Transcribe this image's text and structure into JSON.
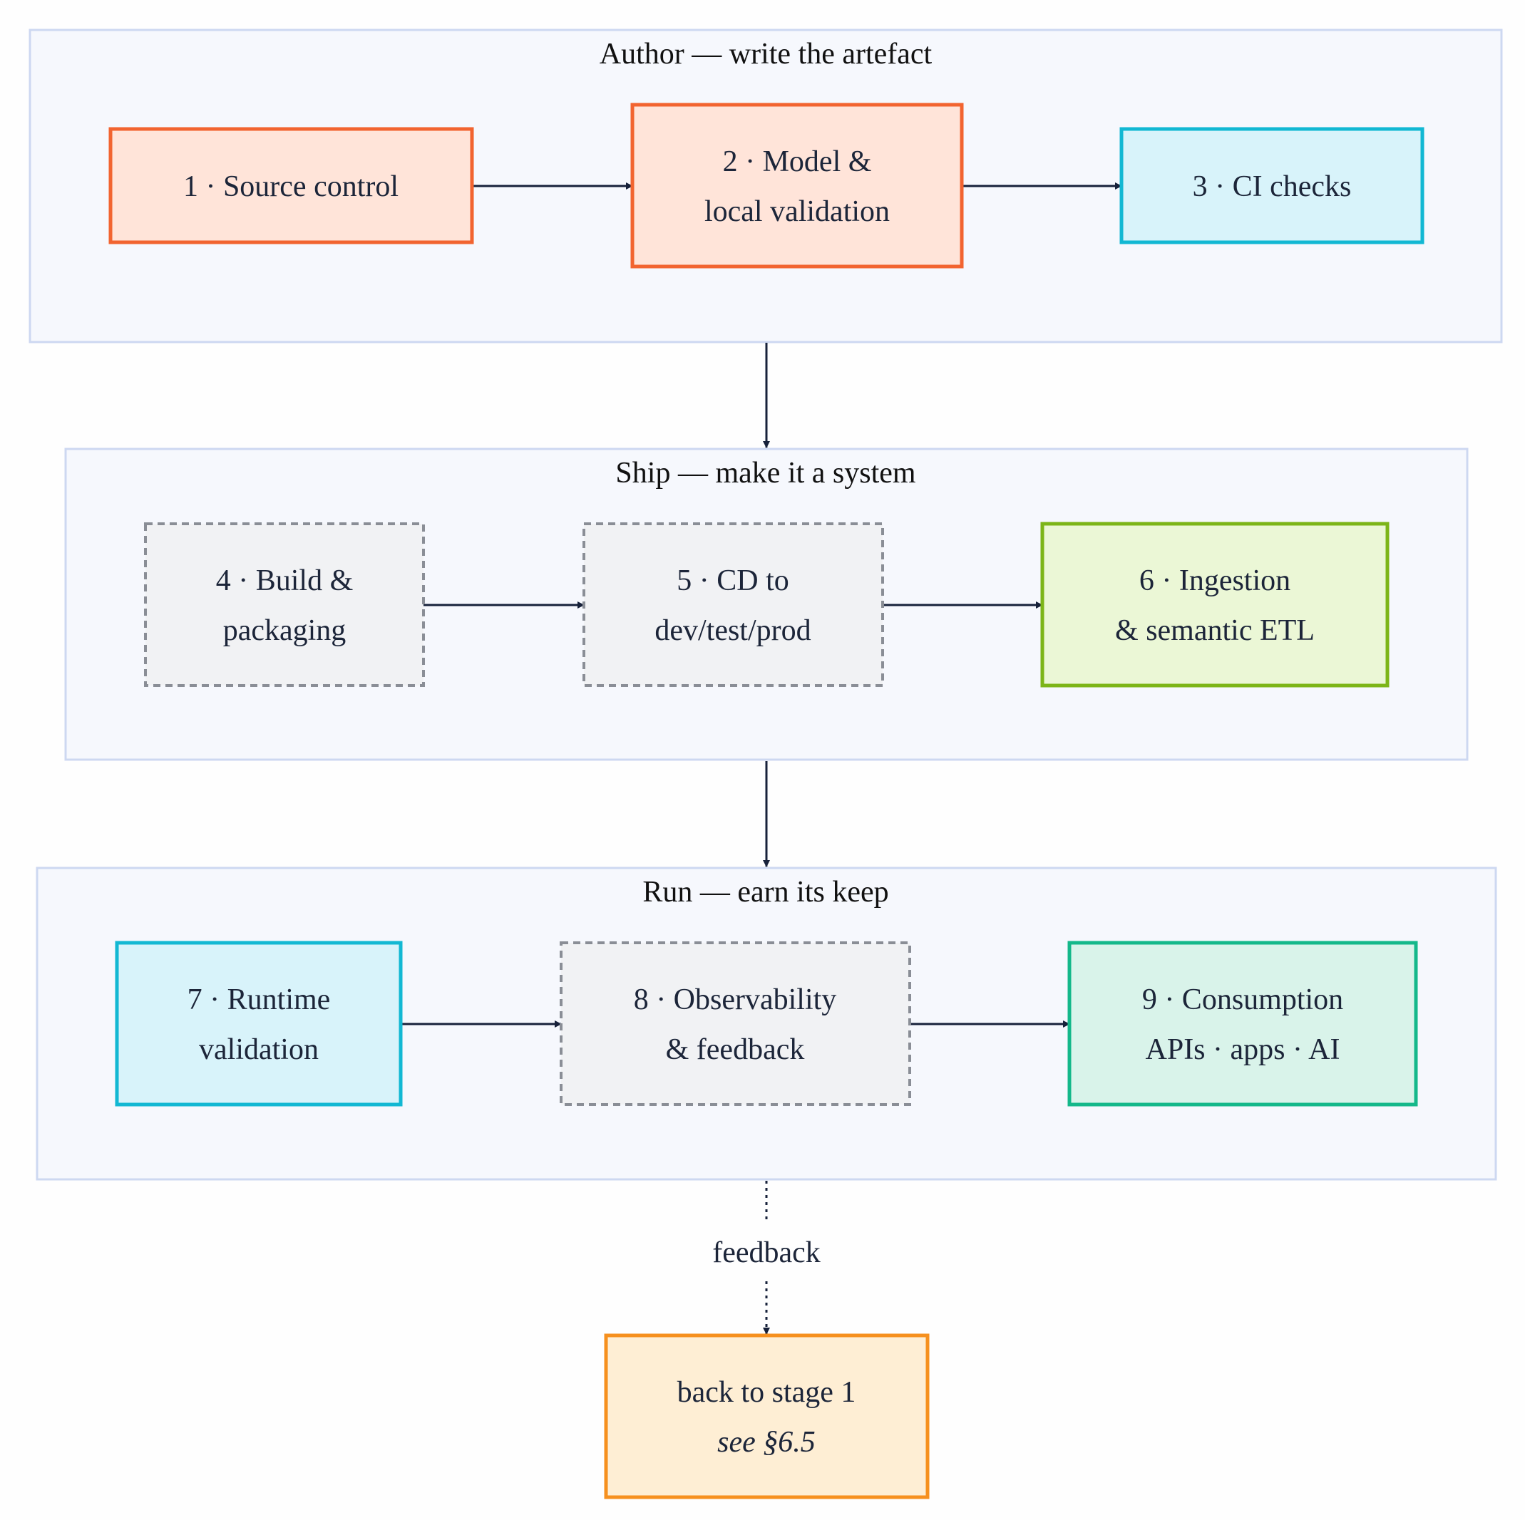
{
  "stages": [
    {
      "id": "author",
      "title": "Author — write the artefact"
    },
    {
      "id": "ship",
      "title": "Ship — make it a system"
    },
    {
      "id": "run",
      "title": "Run — earn its keep"
    }
  ],
  "nodes": {
    "n1": {
      "lines": [
        "1 · Source control"
      ],
      "fill": "#ffe4d9",
      "stroke": "#f26430",
      "dashed": false
    },
    "n2": {
      "lines": [
        "2 · Model &",
        "local validation"
      ],
      "fill": "#ffe4d9",
      "stroke": "#f26430",
      "dashed": false
    },
    "n3": {
      "lines": [
        "3 · CI checks"
      ],
      "fill": "#d8f3fa",
      "stroke": "#12b8d3",
      "dashed": false
    },
    "n4": {
      "lines": [
        "4 · Build &",
        "packaging"
      ],
      "fill": "#f1f2f4",
      "stroke": "#8a8e96",
      "dashed": true
    },
    "n5": {
      "lines": [
        "5 · CD to",
        "dev/test/prod"
      ],
      "fill": "#f1f2f4",
      "stroke": "#8a8e96",
      "dashed": true
    },
    "n6": {
      "lines": [
        "6 · Ingestion",
        "& semantic ETL"
      ],
      "fill": "#ebf7d6",
      "stroke": "#7cb518",
      "dashed": false
    },
    "n7": {
      "lines": [
        "7 · Runtime",
        "validation"
      ],
      "fill": "#d8f3fa",
      "stroke": "#12b8d3",
      "dashed": false
    },
    "n8": {
      "lines": [
        "8 · Observability",
        "& feedback"
      ],
      "fill": "#f1f2f4",
      "stroke": "#8a8e96",
      "dashed": true
    },
    "n9": {
      "lines": [
        "9 · Consumption",
        "APIs · apps · AI"
      ],
      "fill": "#d9f3ea",
      "stroke": "#14b88a",
      "dashed": false
    },
    "back": {
      "lines": [
        "back to stage 1",
        "see §6.5"
      ],
      "fill": "#feeed4",
      "stroke": "#f6901e",
      "dashed": false
    }
  },
  "edges": [
    {
      "from": "n1",
      "to": "n2",
      "style": "solid"
    },
    {
      "from": "n2",
      "to": "n3",
      "style": "solid"
    },
    {
      "from": "n4",
      "to": "n5",
      "style": "solid"
    },
    {
      "from": "n5",
      "to": "n6",
      "style": "solid"
    },
    {
      "from": "n7",
      "to": "n8",
      "style": "solid"
    },
    {
      "from": "n8",
      "to": "n9",
      "style": "solid"
    },
    {
      "from": "author",
      "to": "ship",
      "style": "solid"
    },
    {
      "from": "ship",
      "to": "run",
      "style": "solid"
    },
    {
      "from": "run",
      "to": "back",
      "style": "dotted",
      "label": "feedback"
    }
  ],
  "colors": {
    "cluster_fill": "#f6f8fd",
    "cluster_stroke": "#cdd8f1",
    "edge": "#17213a"
  }
}
